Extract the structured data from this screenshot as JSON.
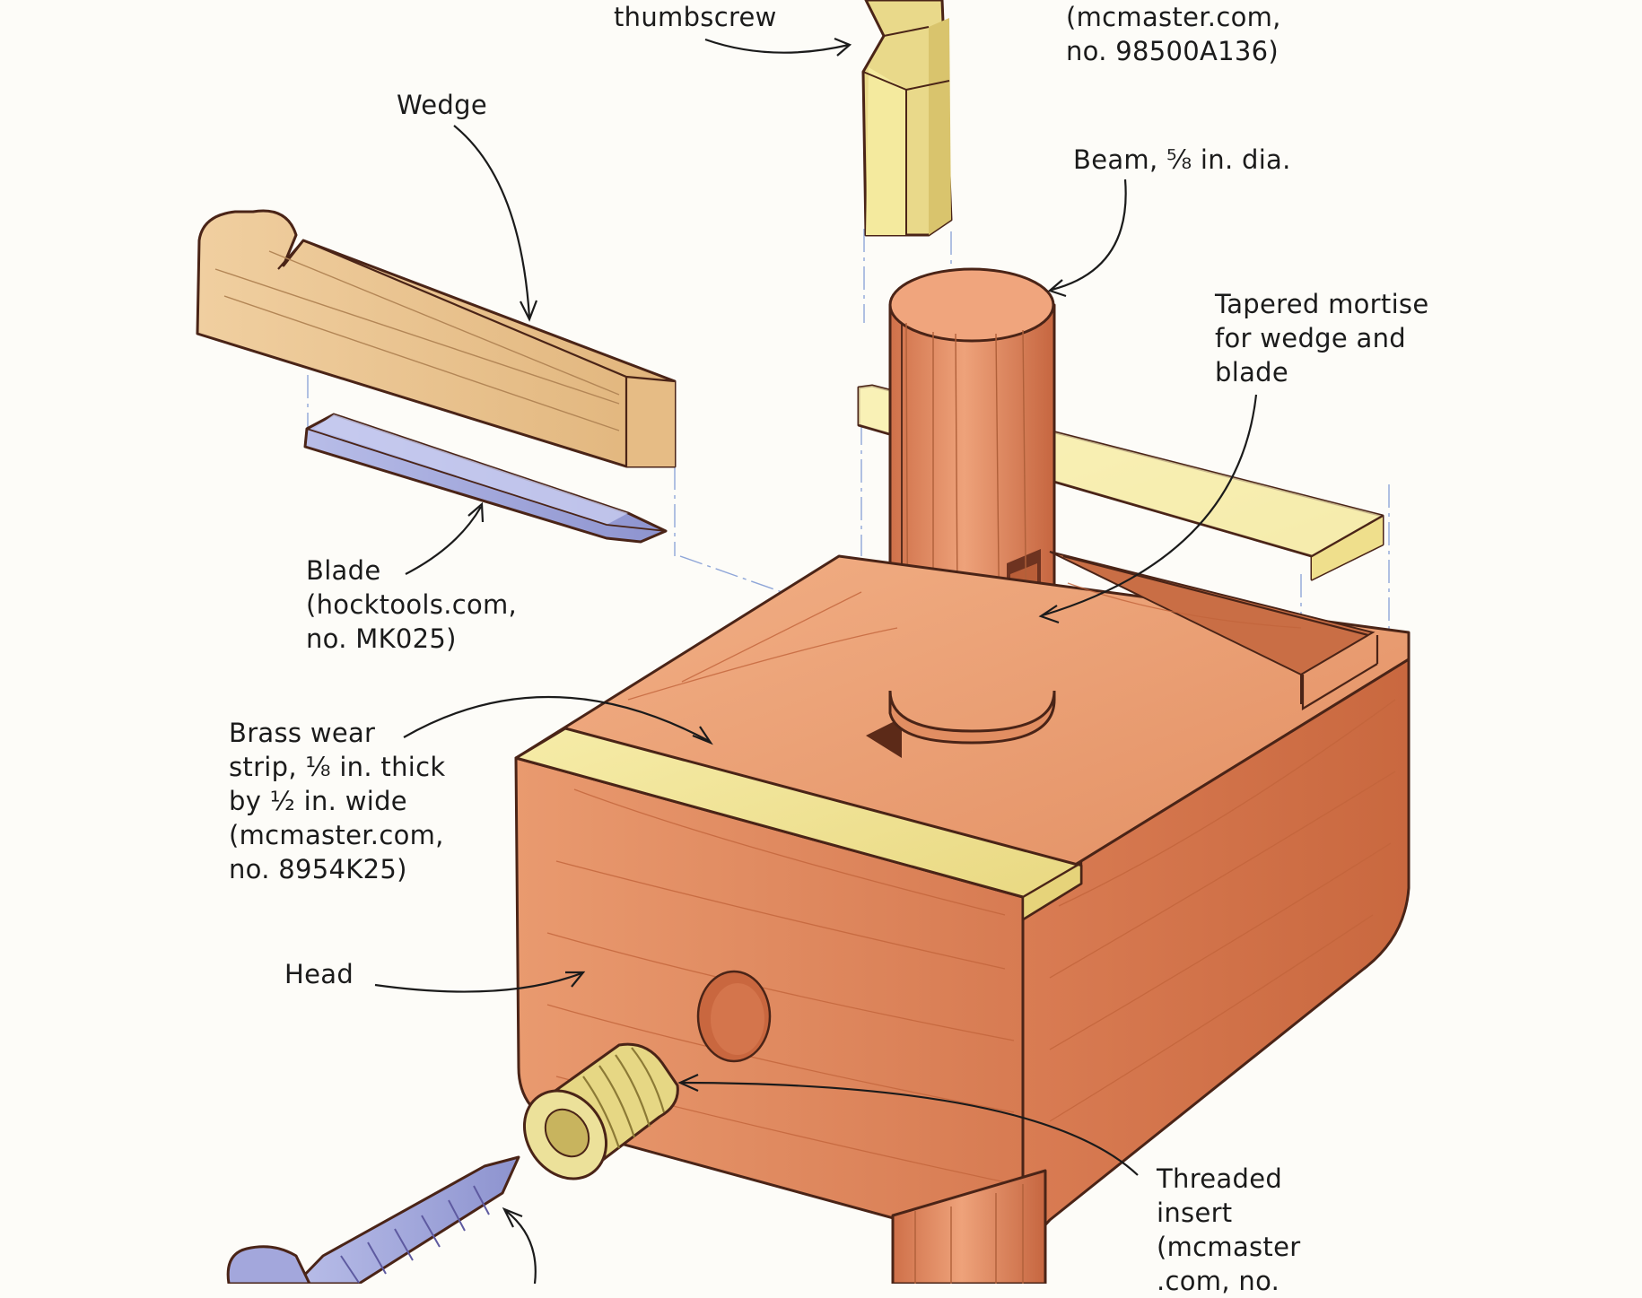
{
  "labels": {
    "thumbscrew": [
      "thumbscrew"
    ],
    "top_part": [
      "(mcmaster.com,",
      "no. 98500A136)"
    ],
    "wedge": [
      "Wedge"
    ],
    "beam": [
      "Beam, ⅝ in. dia."
    ],
    "tapered_mortise": [
      "Tapered mortise",
      "for wedge and",
      "blade"
    ],
    "blade": [
      "Blade",
      "(hocktools.com,",
      "no. MK025)"
    ],
    "brass_strip": [
      "Brass wear",
      "strip, ⅛ in. thick",
      "by ½ in. wide",
      "(mcmaster.com,",
      "no. 8954K25)"
    ],
    "head": [
      "Head"
    ],
    "threaded_insert": [
      "Threaded",
      "insert",
      "(mcmaster",
      ".com, no."
    ]
  },
  "colors": {
    "wood": "#e08a5e",
    "wood_dark": "#c4673f",
    "wood_light": "#f0a77c",
    "wedge_wood": "#e9c48f",
    "brass": "#f2e49a",
    "steel": "#9aa0d8",
    "ink": "#4a2417"
  }
}
